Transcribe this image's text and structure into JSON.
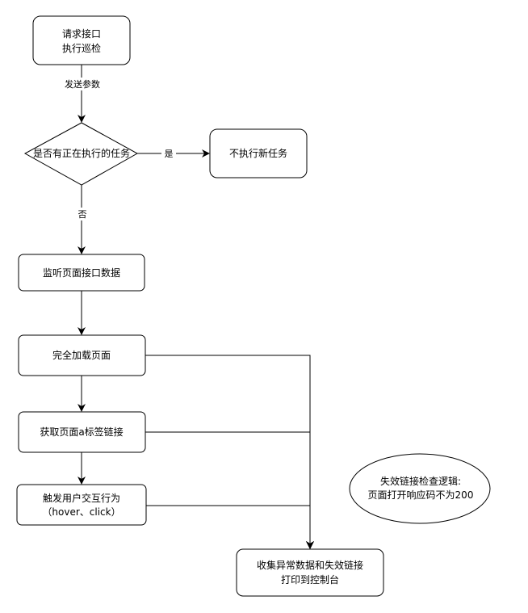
{
  "nodes": {
    "start": {
      "lines": [
        "请求接口",
        "执行巡检"
      ]
    },
    "decision": {
      "lines": [
        "是否有正在执行的任务"
      ]
    },
    "no_new_task": {
      "lines": [
        "不执行新任务"
      ]
    },
    "listen": {
      "lines": [
        "监听页面接口数据"
      ]
    },
    "full_load": {
      "lines": [
        "完全加载页面"
      ]
    },
    "get_links": {
      "lines": [
        "获取页面a标签链接"
      ]
    },
    "trigger": {
      "lines": [
        "触发用户交互行为",
        "（hover、click）"
      ]
    },
    "collect": {
      "lines": [
        "收集异常数据和失效链接",
        "打印到控制台"
      ]
    },
    "note": {
      "lines": [
        "失效链接检查逻辑:",
        "页面打开响应码不为200"
      ]
    }
  },
  "edges": {
    "send_params": "发送参数",
    "yes": "是",
    "no": "否"
  }
}
